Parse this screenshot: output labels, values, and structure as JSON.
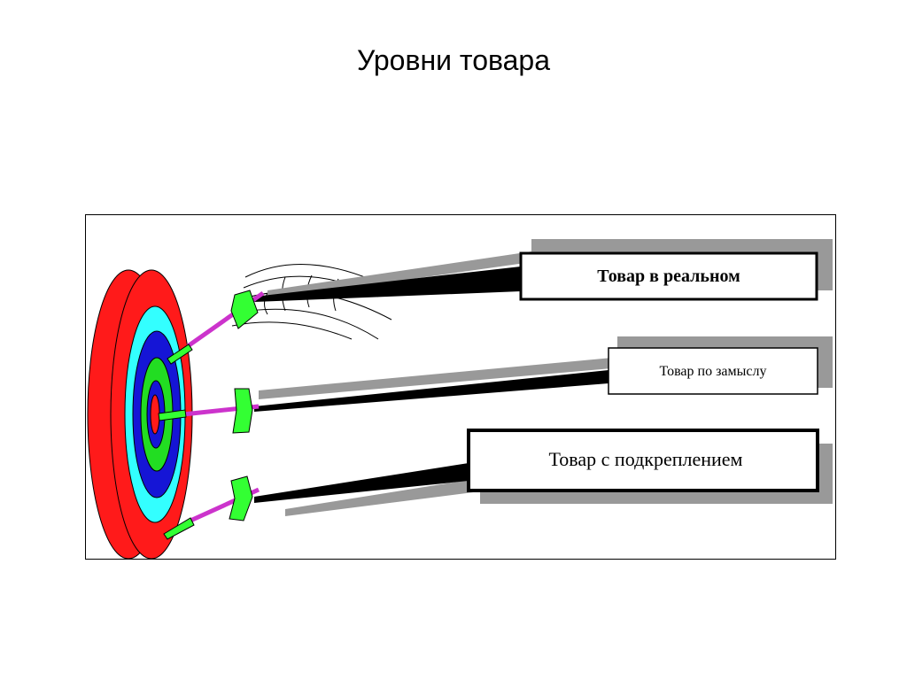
{
  "slide": {
    "title": "Уровни товара"
  },
  "diagram": {
    "colors": {
      "target_outer": "#ff1a1a",
      "target_ring2": "#33ffff",
      "target_ring3": "#1515d6",
      "target_ring4": "#22dd22",
      "dart_flight": "#33ff33",
      "dart_shaft": "#cc33cc",
      "shadow": "#999999"
    },
    "levels": [
      {
        "label": "Товар в реальном"
      },
      {
        "label": "Товар по замыслу"
      },
      {
        "label": "Товар с подкреплением"
      }
    ]
  }
}
